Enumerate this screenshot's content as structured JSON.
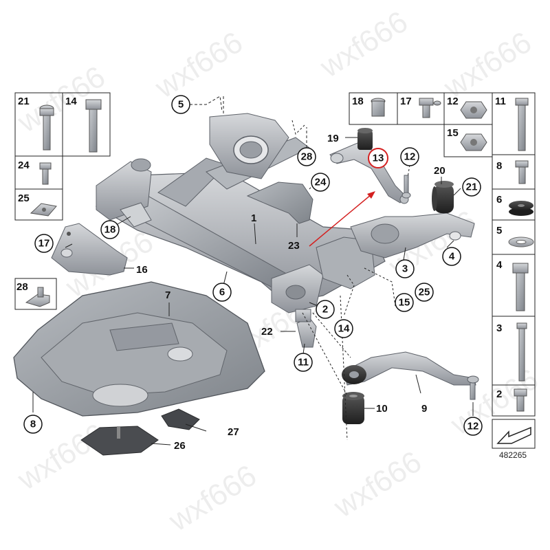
{
  "watermark": "wxf666",
  "diagram_number": "482265",
  "highlighted_part": "13",
  "colors": {
    "metal": "#b9bcc0",
    "metal_dark": "#8c9096",
    "rubber": "#2d2d2f",
    "highlight": "#d42020",
    "shield": "#9fa3a8"
  },
  "fastener_panels": {
    "left_top": [
      "21",
      "14"
    ],
    "left_mid": [
      "24"
    ],
    "left_bottom": [
      "25"
    ],
    "left_lower": [
      "28"
    ],
    "top_right_row1": [
      "18",
      "17",
      "12",
      "11"
    ],
    "top_right_row2": [
      "15"
    ],
    "right_column": [
      "8",
      "6",
      "5",
      "4",
      "3",
      "2"
    ]
  },
  "callouts": {
    "c5": "5",
    "c28": "28",
    "c24": "24",
    "c19": "19",
    "c13": "13",
    "c12a": "12",
    "c20": "20",
    "c21": "21",
    "c18": "18",
    "c1": "1",
    "c23": "23",
    "c17": "17",
    "c16": "16",
    "c3": "3",
    "c4": "4",
    "c6": "6",
    "c7": "7",
    "c2": "2",
    "c15": "15",
    "c25": "25",
    "c14": "14",
    "c22": "22",
    "c11": "11",
    "c10": "10",
    "c9": "9",
    "c8": "8",
    "c12b": "12",
    "c27": "27",
    "c26": "26"
  }
}
